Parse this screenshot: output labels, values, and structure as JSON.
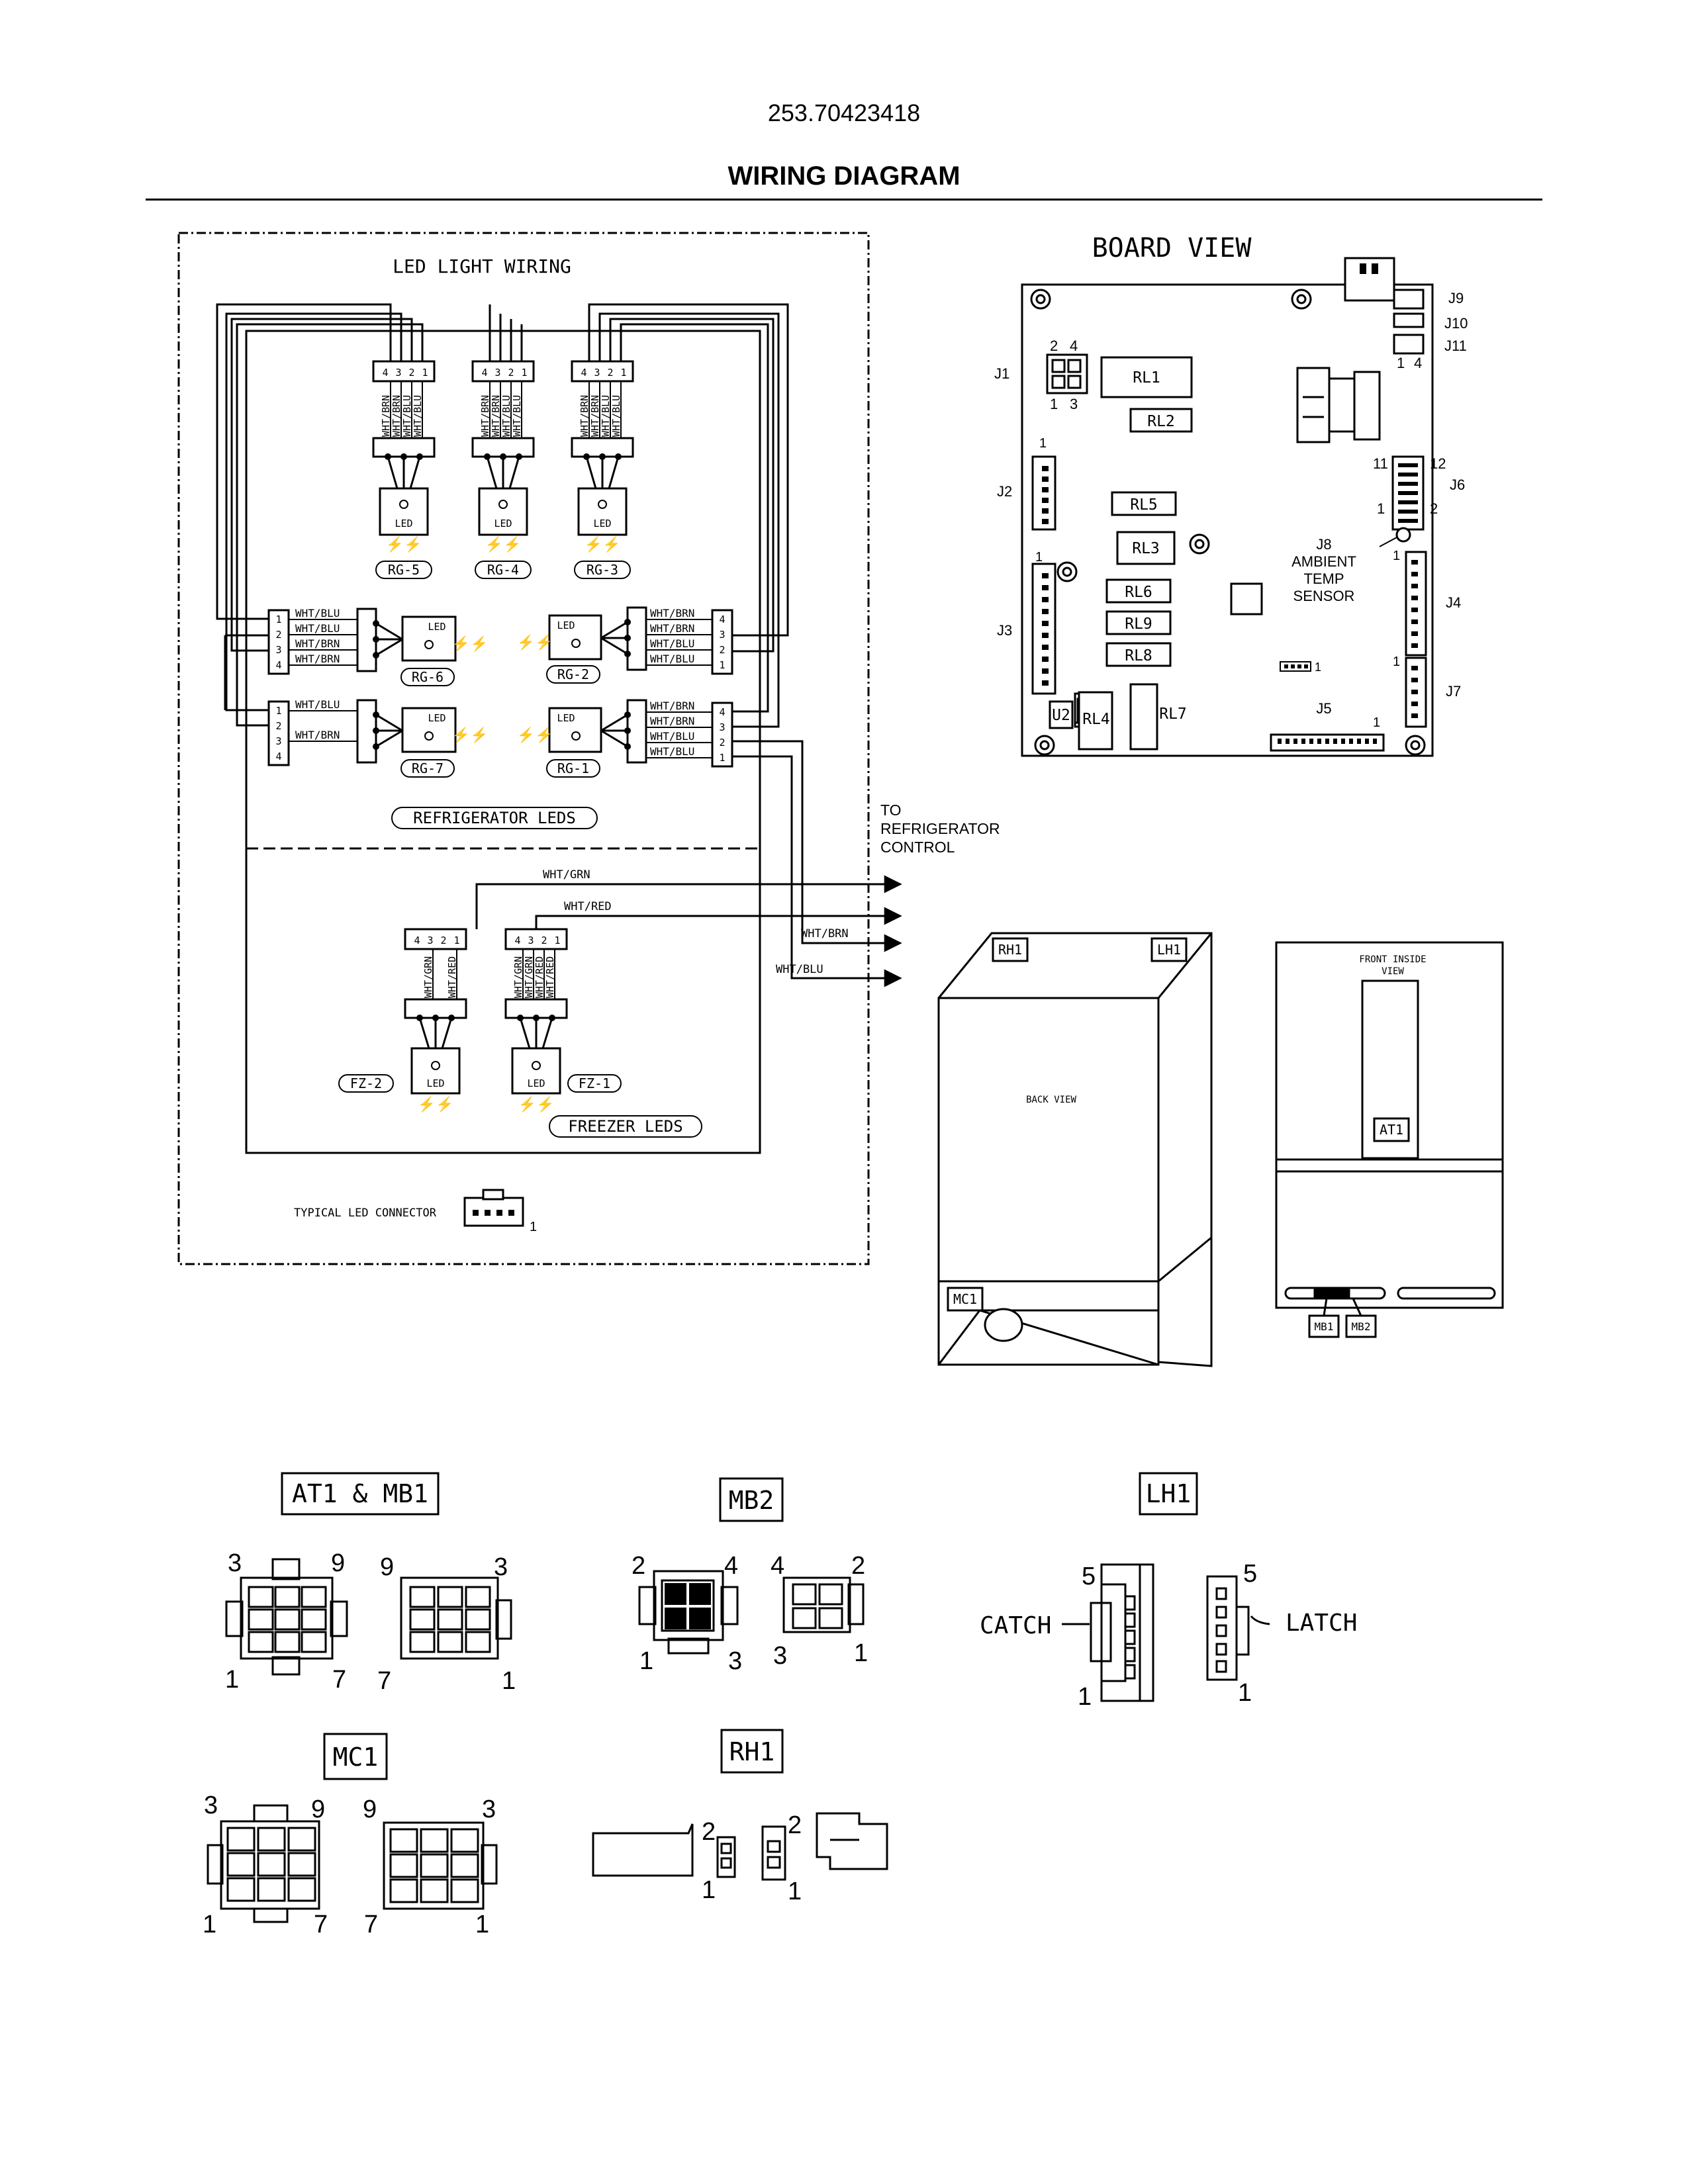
{
  "header": {
    "model": "253.70423418",
    "title": "WIRING DIAGRAM"
  },
  "led": {
    "title": "LED LIGHT WIRING",
    "refrigerator_label": "REFRIGERATOR LEDS",
    "freezer_label": "FREEZER LEDS",
    "led": "LED",
    "typical": "TYPICAL LED CONNECTOR",
    "one": "1",
    "wires": {
      "brn": "WHT/BRN",
      "blu": "WHT/BLU",
      "grn": "WHT/GRN",
      "red": "WHT/RED"
    },
    "pins": {
      "p1": "1",
      "p2": "2",
      "p3": "3",
      "p4": "4"
    },
    "leds": {
      "rg1": "RG-1",
      "rg2": "RG-2",
      "rg3": "RG-3",
      "rg4": "RG-4",
      "rg5": "RG-5",
      "rg6": "RG-6",
      "rg7": "RG-7",
      "fz1": "FZ-1",
      "fz2": "FZ-2"
    },
    "to_control": [
      "TO",
      "REFRIGERATOR",
      "CONTROL"
    ]
  },
  "board": {
    "title": "BOARD VIEW",
    "relays": {
      "rl1": "RL1",
      "rl2": "RL2",
      "rl3": "RL3",
      "rl4": "RL4",
      "rl5": "RL5",
      "rl6": "RL6",
      "rl7": "RL7",
      "rl8": "RL8",
      "rl9": "RL9"
    },
    "u2": "U2",
    "jacks": {
      "j1": "J1",
      "j2": "J2",
      "j3": "J3",
      "j4": "J4",
      "j5": "J5",
      "j6": "J6",
      "j7": "J7",
      "j9": "J9",
      "j10": "J10",
      "j11": "J11"
    },
    "j8": [
      "J8",
      "AMBIENT",
      "TEMP",
      "SENSOR"
    ],
    "pins": {
      "n1": "1",
      "n2": "2",
      "n3": "3",
      "n4": "4",
      "n11": "11",
      "n12": "12"
    }
  },
  "cabinet": {
    "back_view": "BACK VIEW",
    "front_view": [
      "FRONT INSIDE",
      "VIEW"
    ],
    "rh1": "RH1",
    "lh1": "LH1",
    "mc1": "MC1",
    "at1": "AT1",
    "mb1": "MB1",
    "mb2": "MB2"
  },
  "connectors": {
    "at1mb1": "AT1 & MB1",
    "mb2": "MB2",
    "lh1": "LH1",
    "mc1": "MC1",
    "rh1": "RH1",
    "catch": "CATCH",
    "latch": "LATCH",
    "nums": {
      "n1": "1",
      "n2": "2",
      "n3": "3",
      "n4": "4",
      "n5": "5",
      "n7": "7",
      "n9": "9"
    }
  }
}
